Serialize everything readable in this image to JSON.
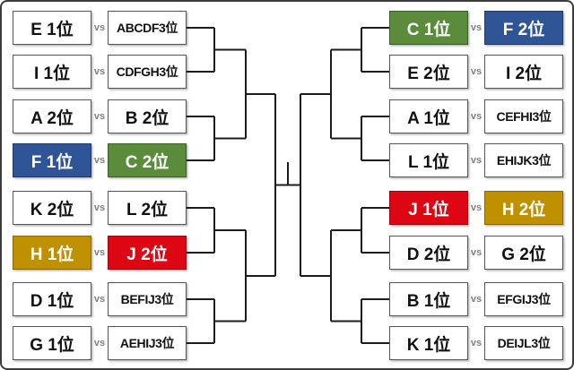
{
  "bracket": {
    "vs_label": "vs",
    "left": [
      {
        "team1": {
          "label": "E 1位",
          "bg": "#FFFFFF",
          "fg": "#111111",
          "border": "#555555"
        },
        "team2": {
          "label": "ABCDF3位",
          "bg": "#FFFFFF",
          "fg": "#111111",
          "border": "#555555"
        }
      },
      {
        "team1": {
          "label": "I 1位",
          "bg": "#FFFFFF",
          "fg": "#111111",
          "border": "#555555"
        },
        "team2": {
          "label": "CDFGH3位",
          "bg": "#FFFFFF",
          "fg": "#111111",
          "border": "#555555"
        }
      },
      {
        "team1": {
          "label": "A 2位",
          "bg": "#FFFFFF",
          "fg": "#111111",
          "border": "#555555"
        },
        "team2": {
          "label": "B 2位",
          "bg": "#FFFFFF",
          "fg": "#111111",
          "border": "#555555"
        }
      },
      {
        "team1": {
          "label": "F 1位",
          "bg": "#2F5597",
          "fg": "#FFFFFF",
          "border": "#203864"
        },
        "team2": {
          "label": "C 2位",
          "bg": "#5B8C3C",
          "fg": "#FFFFFF",
          "border": "#3a5e24"
        }
      },
      {
        "team1": {
          "label": "K 2位",
          "bg": "#FFFFFF",
          "fg": "#111111",
          "border": "#555555"
        },
        "team2": {
          "label": "L 2位",
          "bg": "#FFFFFF",
          "fg": "#111111",
          "border": "#555555"
        }
      },
      {
        "team1": {
          "label": "H 1位",
          "bg": "#BF9000",
          "fg": "#FFFFFF",
          "border": "#8a6800"
        },
        "team2": {
          "label": "J 2位",
          "bg": "#DE0613",
          "fg": "#FFFFFF",
          "border": "#a30009"
        }
      },
      {
        "team1": {
          "label": "D 1位",
          "bg": "#FFFFFF",
          "fg": "#111111",
          "border": "#555555"
        },
        "team2": {
          "label": "BEFIJ3位",
          "bg": "#FFFFFF",
          "fg": "#111111",
          "border": "#555555"
        }
      },
      {
        "team1": {
          "label": "G 1位",
          "bg": "#FFFFFF",
          "fg": "#111111",
          "border": "#555555"
        },
        "team2": {
          "label": "AEHIJ3位",
          "bg": "#FFFFFF",
          "fg": "#111111",
          "border": "#555555"
        }
      }
    ],
    "right": [
      {
        "team1": {
          "label": "C 1位",
          "bg": "#5B8C3C",
          "fg": "#FFFFFF",
          "border": "#3a5e24"
        },
        "team2": {
          "label": "F 2位",
          "bg": "#2F5597",
          "fg": "#FFFFFF",
          "border": "#203864"
        }
      },
      {
        "team1": {
          "label": "E 2位",
          "bg": "#FFFFFF",
          "fg": "#111111",
          "border": "#555555"
        },
        "team2": {
          "label": "I 2位",
          "bg": "#FFFFFF",
          "fg": "#111111",
          "border": "#555555"
        }
      },
      {
        "team1": {
          "label": "A 1位",
          "bg": "#FFFFFF",
          "fg": "#111111",
          "border": "#555555"
        },
        "team2": {
          "label": "CEFHI3位",
          "bg": "#FFFFFF",
          "fg": "#111111",
          "border": "#555555"
        }
      },
      {
        "team1": {
          "label": "L 1位",
          "bg": "#FFFFFF",
          "fg": "#111111",
          "border": "#555555"
        },
        "team2": {
          "label": "EHIJK3位",
          "bg": "#FFFFFF",
          "fg": "#111111",
          "border": "#555555"
        }
      },
      {
        "team1": {
          "label": "J 1位",
          "bg": "#DE0613",
          "fg": "#FFFFFF",
          "border": "#a30009"
        },
        "team2": {
          "label": "H 2位",
          "bg": "#BF9000",
          "fg": "#FFFFFF",
          "border": "#8a6800"
        }
      },
      {
        "team1": {
          "label": "D 2位",
          "bg": "#FFFFFF",
          "fg": "#111111",
          "border": "#555555"
        },
        "team2": {
          "label": "G 2位",
          "bg": "#FFFFFF",
          "fg": "#111111",
          "border": "#555555"
        }
      },
      {
        "team1": {
          "label": "B 1位",
          "bg": "#FFFFFF",
          "fg": "#111111",
          "border": "#555555"
        },
        "team2": {
          "label": "EFGIJ3位",
          "bg": "#FFFFFF",
          "fg": "#111111",
          "border": "#555555"
        }
      },
      {
        "team1": {
          "label": "K 1位",
          "bg": "#FFFFFF",
          "fg": "#111111",
          "border": "#555555"
        },
        "team2": {
          "label": "DEIJL3位",
          "bg": "#FFFFFF",
          "fg": "#111111",
          "border": "#555555"
        }
      }
    ],
    "colors": {
      "blue": "#2F5597",
      "green": "#5B8C3C",
      "gold": "#BF9000",
      "red": "#DE0613",
      "line": "#1c1c1c",
      "box_border": "#555555",
      "vs_text": "#7f7f7f"
    }
  }
}
